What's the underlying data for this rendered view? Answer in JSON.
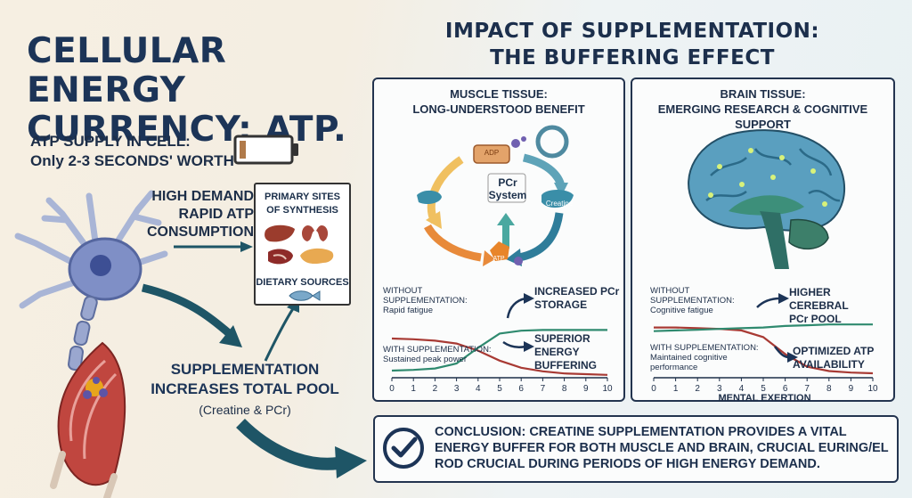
{
  "left": {
    "title": "CELLULAR ENERGY CURRENCY: ATP.",
    "supply_line1": "ATP SUPPLY IN CELL:",
    "supply_line2": "Only 2-3 SECONDS' WORTH",
    "demand_line1": "HIGH DEMAND",
    "demand_line2": "RAPID ATP",
    "demand_line3": "CONSUMPTION",
    "synthesis_title_line1": "PRIMARY SITES",
    "synthesis_title_line2": "OF SYNTHESIS",
    "dietary_label": "DIETARY SOURCES",
    "supplementation_line1": "SUPPLEMENTATION",
    "supplementation_line2": "INCREASES TOTAL POOL",
    "supplementation_sub": "(Creatine & PCr)"
  },
  "right": {
    "title_line1": "IMPACT OF SUPPLEMENTATION:",
    "title_line2": "THE BUFFERING EFFECT",
    "muscle": {
      "title_line1": "MUSCLE TISSUE:",
      "title_line2": "LONG-UNDERSTOOD BENEFIT",
      "cycle_center_line1": "PCr",
      "cycle_center_line2": "System",
      "cycle_atp_top": "ADP",
      "cycle_creatine": "Creatine",
      "cycle_atp_bottom": "ATP",
      "without_line1": "WITHOUT",
      "without_line2": "SUPPLEMENTATION:",
      "without_line3": "Rapid fatigue",
      "with_line1": "WITH SUPPLEMENTATION:",
      "with_line2": "Sustained peak power",
      "callout_top_line1": "INCREASED PCr",
      "callout_top_line2": "STORAGE",
      "callout_bottom_line1": "SUPERIOR",
      "callout_bottom_line2": "ENERGY",
      "callout_bottom_line3": "BUFFERING"
    },
    "brain": {
      "title_line1": "BRAIN TISSUE:",
      "title_line2": "EMERGING RESEARCH & COGNITIVE SUPPORT",
      "without_line1": "WITHOUT",
      "without_line2": "SUPPLEMENTATION:",
      "without_line3": "Cognitive fatigue",
      "with_line1": "WITH SUPPLEMENTATION:",
      "with_line2": "Maintained cognitive",
      "with_line3": "performance",
      "callout_top_line1": "HIGHER CEREBRAL",
      "callout_top_line2": "PCr POOL",
      "callout_bottom_line1": "OPTIMIZED ATP",
      "callout_bottom_line2": "AVAILABILITY",
      "xlabel": "MENTAL EXERTION"
    },
    "axis_ticks": [
      "0",
      "1",
      "2",
      "3",
      "4",
      "5",
      "6",
      "7",
      "8",
      "9",
      "10"
    ],
    "conclusion": "CONCLUSION: CREATINE SUPPLEMENTATION PROVIDES A VITAL ENERGY BUFFER FOR BOTH MUSCLE  AND BRAIN, CRUCIAL EURING/EL ROD CRUCIAL DURING PERIODS OF HIGH ENERGY DEMAND."
  },
  "chart_data": [
    {
      "type": "line",
      "x": [
        0,
        1,
        2,
        3,
        4,
        5,
        6,
        7,
        8,
        9,
        10
      ],
      "ylim": [
        0,
        1
      ],
      "series": [
        {
          "name": "WITHOUT SUPPLEMENTATION",
          "values": [
            0.55,
            0.54,
            0.52,
            0.48,
            0.38,
            0.24,
            0.14,
            0.09,
            0.06,
            0.05,
            0.04
          ]
        },
        {
          "name": "WITH SUPPLEMENTATION",
          "values": [
            0.1,
            0.11,
            0.13,
            0.2,
            0.42,
            0.62,
            0.66,
            0.67,
            0.67,
            0.67,
            0.67
          ]
        }
      ],
      "colors": {
        "without": "#a83a34",
        "with": "#2f8a6f"
      }
    },
    {
      "type": "line",
      "x": [
        0,
        1,
        2,
        3,
        4,
        5,
        6,
        7,
        8,
        9,
        10
      ],
      "xlabel": "MENTAL EXERTION",
      "ylim": [
        0,
        1
      ],
      "series": [
        {
          "name": "WITHOUT SUPPLEMENTATION",
          "values": [
            0.68,
            0.68,
            0.67,
            0.66,
            0.64,
            0.55,
            0.32,
            0.15,
            0.09,
            0.07,
            0.06
          ]
        },
        {
          "name": "WITH SUPPLEMENTATION",
          "values": [
            0.63,
            0.64,
            0.65,
            0.66,
            0.67,
            0.68,
            0.7,
            0.71,
            0.72,
            0.72,
            0.72
          ]
        }
      ],
      "colors": {
        "without": "#a83a34",
        "with": "#2f8a6f"
      }
    }
  ]
}
